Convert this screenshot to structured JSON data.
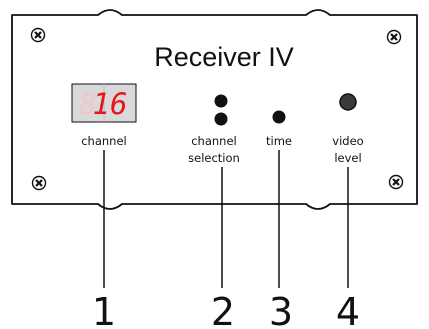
{
  "device": {
    "title": "Receiver IV",
    "display_value": "16",
    "labels": {
      "channel": "channel",
      "channel_selection_line1": "channel",
      "channel_selection_line2": "selection",
      "time": "time",
      "video_level_line1": "video",
      "video_level_line2": "level"
    },
    "colors": {
      "panel_fill": "#ffffff",
      "outline": "#111111",
      "display_background": "#d9d9d9",
      "segment_on": "#e8141e",
      "segment_off": "#f2c6c6",
      "led": "#3a3a3a"
    }
  },
  "callouts": {
    "one": "1",
    "two": "2",
    "three": "3",
    "four": "4"
  }
}
